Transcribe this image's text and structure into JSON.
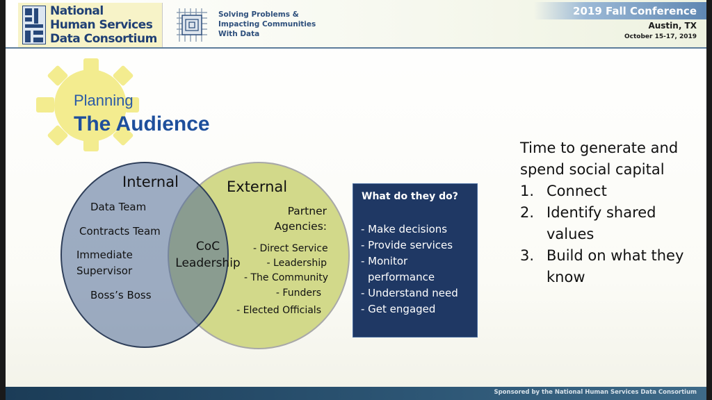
{
  "header": {
    "logo_lines": [
      "National",
      "Human Services",
      "Data Consortium"
    ],
    "tagline_lines": [
      "Solving Problems &",
      "Impacting Communities",
      "With Data"
    ],
    "conference_title": "2019 Fall Conference",
    "conference_city": "Austin, TX",
    "conference_dates": "October 15-17, 2019"
  },
  "slide": {
    "kicker": "Planning",
    "title": "The Audience"
  },
  "venn": {
    "internal_heading": "Internal",
    "external_heading": "External",
    "internal_items": [
      "Data Team",
      "Contracts Team",
      "Immediate",
      "Supervisor",
      "Boss’s Boss"
    ],
    "overlap_lines": [
      "CoC",
      "Leadership"
    ],
    "partner_lines": [
      "Partner",
      "Agencies:"
    ],
    "external_items": [
      "- Direct Service",
      "- Leadership",
      "- The Community",
      "- Funders",
      "- Elected Officials"
    ]
  },
  "do_box": {
    "title": "What do they do?",
    "items": [
      "- Make decisions",
      "- Provide services",
      "- Monitor",
      "performance",
      "- Understand need",
      "- Get engaged"
    ]
  },
  "right": {
    "intro_lines": [
      "Time to generate and",
      "spend social capital"
    ],
    "list": [
      {
        "num": "1.",
        "lines": [
          "Connect"
        ]
      },
      {
        "num": "2.",
        "lines": [
          "Identify shared",
          "values"
        ]
      },
      {
        "num": "3.",
        "lines": [
          "Build on what they",
          "know"
        ]
      }
    ]
  },
  "footer": {
    "text": "Sponsored by the National Human Services Data Consortium"
  },
  "colors": {
    "internal_circle": "#4f6a95",
    "external_circle": "#d2d98a",
    "box_bg": "#1f3864",
    "title_blue": "#1e4f9c",
    "gear": "#f3ec8a"
  }
}
